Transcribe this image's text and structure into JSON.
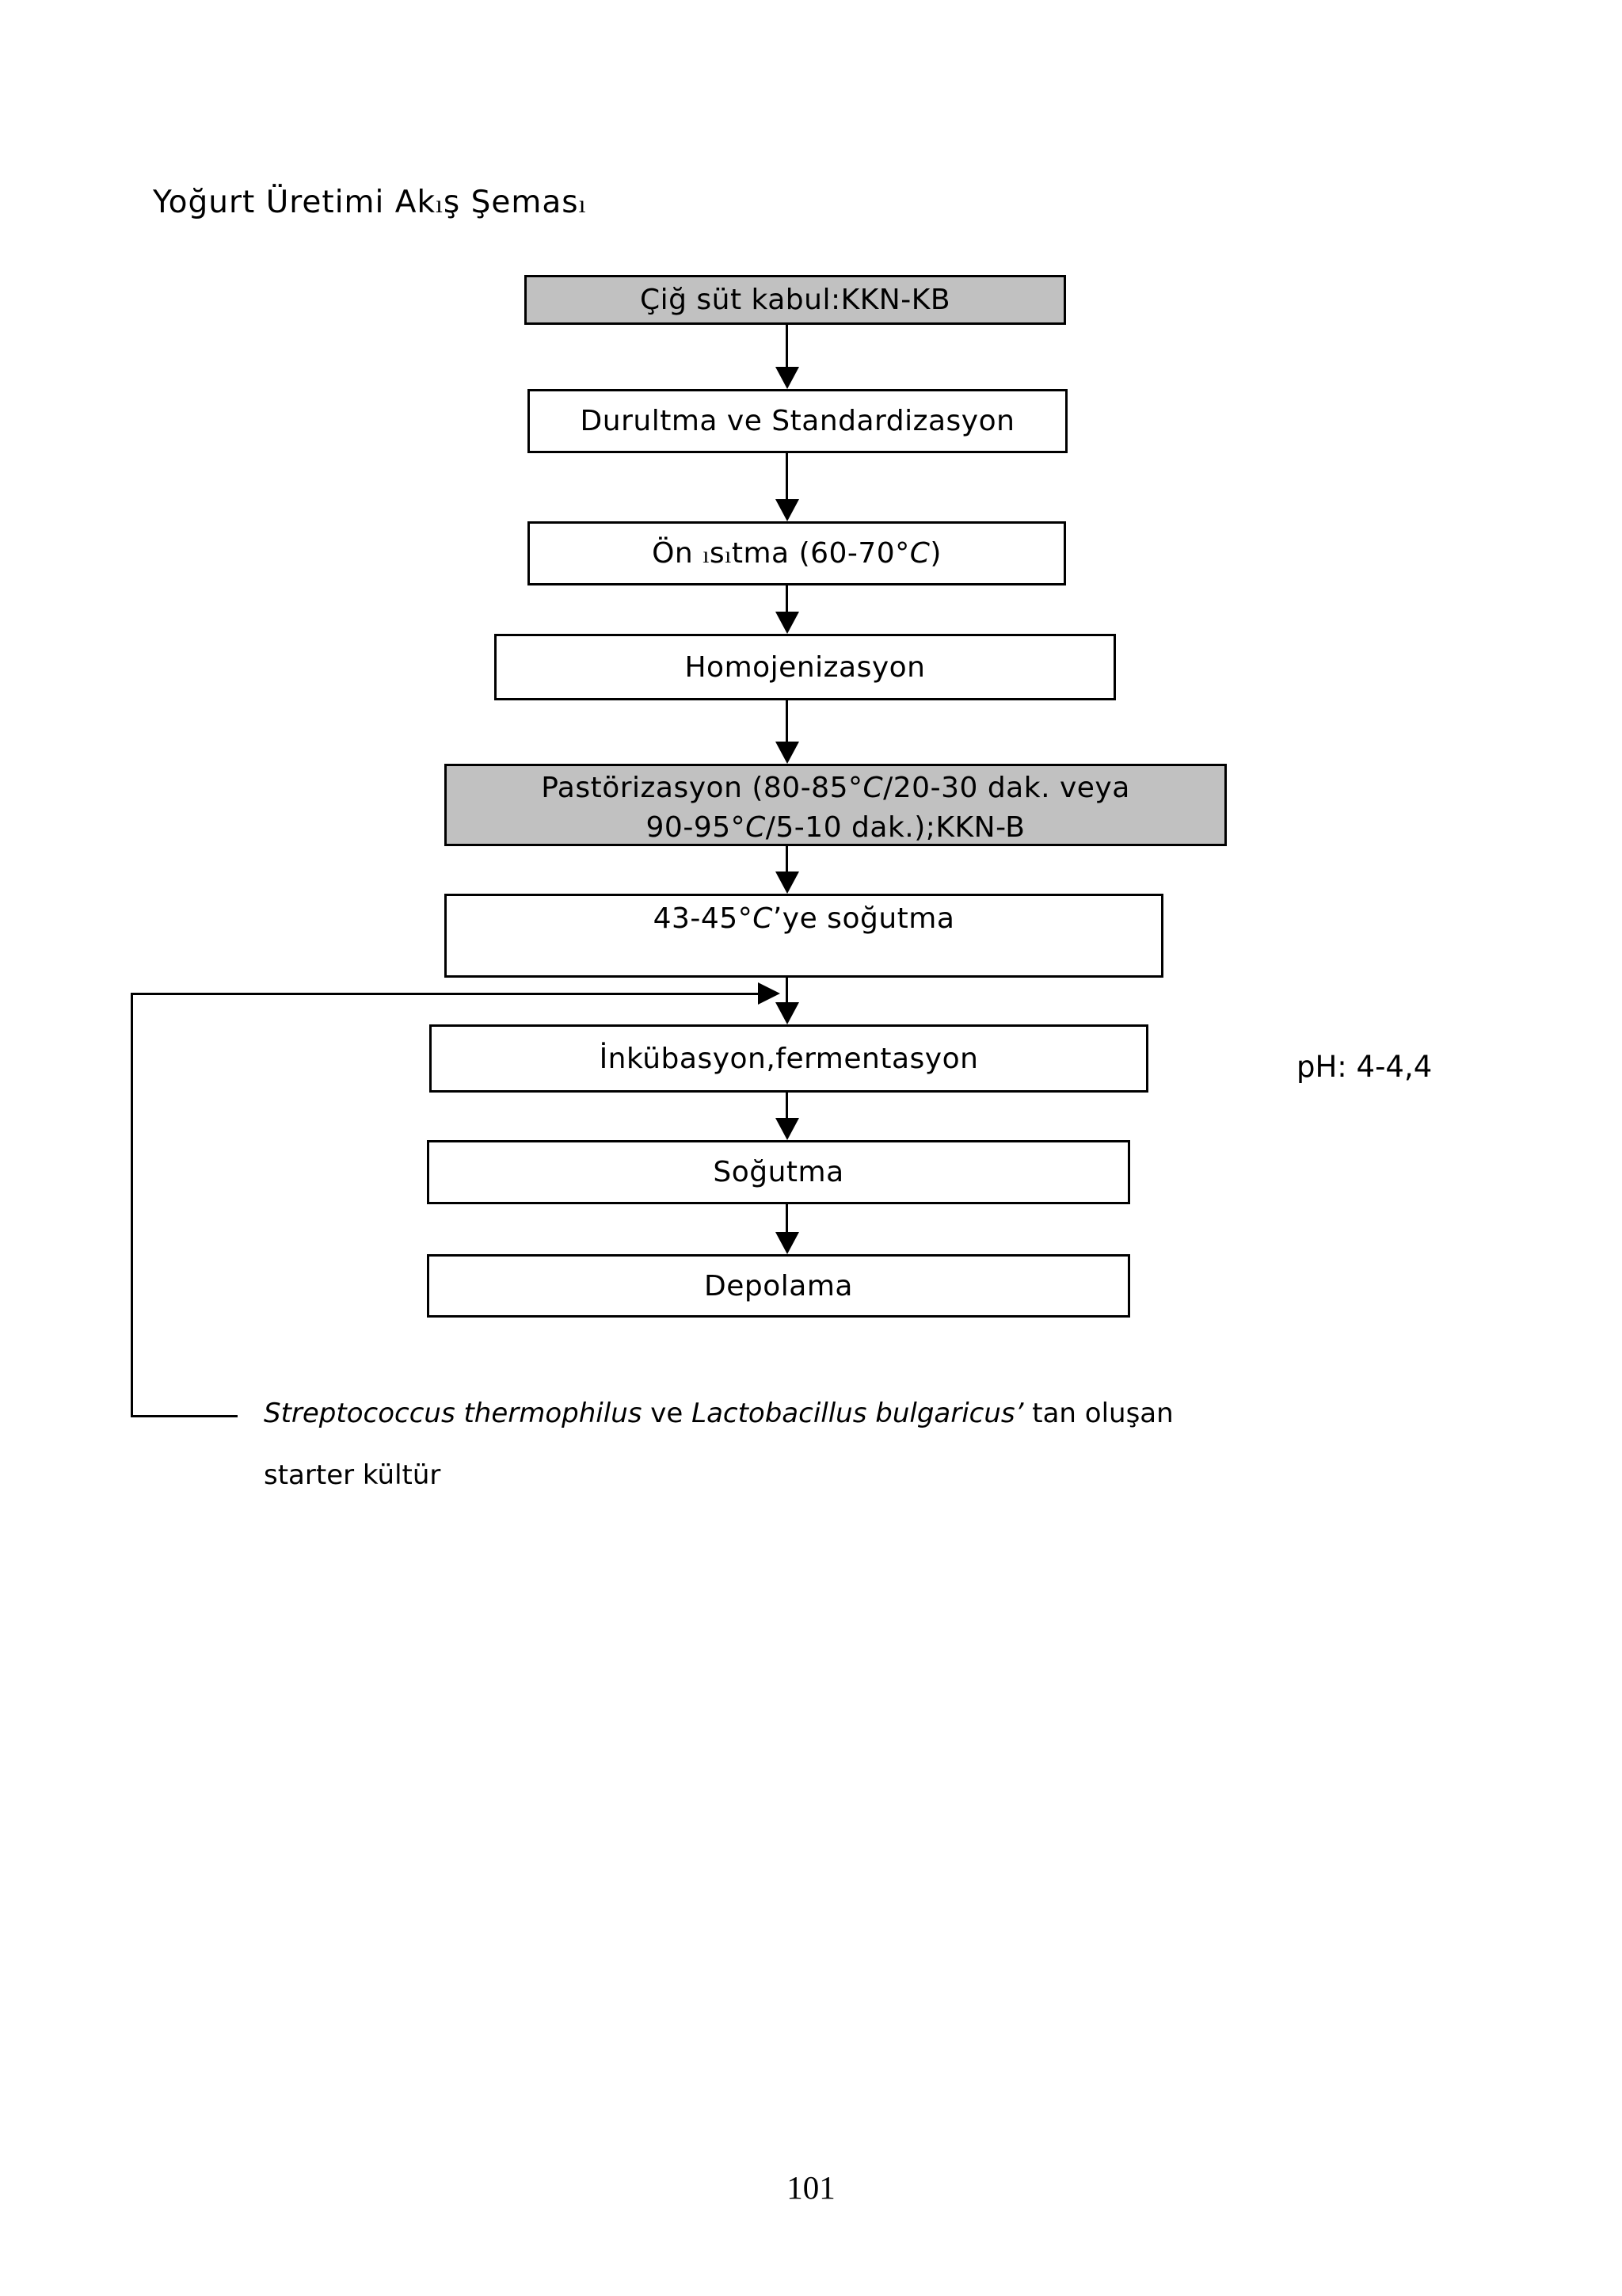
{
  "page": {
    "title_full": "Yoğurt Üretimi Akış Şeması",
    "title_segments": {
      "a": "Yoğurt Üretimi Ak",
      "i1": "ı",
      "b": "ş Şemas",
      "i2": "ı"
    },
    "page_number": "101"
  },
  "flowchart": {
    "colors": {
      "box_fill_gray": "#c1c1c1",
      "box_fill_white": "#ffffff",
      "line_black": "#000000"
    },
    "boxes": [
      {
        "id": "cig-sut-kabul",
        "fill": "gray",
        "label": "Çiğ süt kabul:KKN-KB"
      },
      {
        "id": "durultma-standardizasyon",
        "fill": "white",
        "label": "Durultma ve Standardizasyon"
      },
      {
        "id": "on-isitma",
        "fill": "white",
        "seg": {
          "a": "Ön ",
          "i1": "ı",
          "b": "s",
          "i2": "ı",
          "c": "tma (60-70",
          "t": "°C",
          "d": ")"
        }
      },
      {
        "id": "homojenizasyon",
        "fill": "white",
        "label": "Homojenizasyon"
      },
      {
        "id": "pastorizasyon",
        "fill": "gray",
        "line1": {
          "a": "Pastörizasyon (80-85",
          "t": "°C",
          "b": "/20-30 dak. veya"
        },
        "line2": {
          "a": "90-95",
          "t": "°C",
          "b": "/5-10 dak.);KKN-B"
        }
      },
      {
        "id": "sogutma-43-45",
        "fill": "white",
        "seg": {
          "a": "43-45",
          "t": "°C",
          "b": "’ye soğutma"
        }
      },
      {
        "id": "inkubasyon-fermentasyon",
        "fill": "white",
        "label": "İnkübasyon,fermentasyon"
      },
      {
        "id": "sogutma",
        "fill": "white",
        "label": "Soğutma"
      },
      {
        "id": "depolama",
        "fill": "white",
        "label": "Depolama"
      }
    ],
    "ph_annotation": "pH: 4-4,4",
    "starter_note": {
      "line1_italic1": "Streptococcus thermophilus",
      "line1_plain1": " ve ",
      "line1_italic2": " Lactobacillus bulgaricus’",
      "line1_plain2": " tan oluşan",
      "line2": "starter kültür"
    },
    "edges": [
      {
        "from": "cig-sut-kabul",
        "to": "durultma-standardizasyon"
      },
      {
        "from": "durultma-standardizasyon",
        "to": "on-isitma"
      },
      {
        "from": "on-isitma",
        "to": "homojenizasyon"
      },
      {
        "from": "homojenizasyon",
        "to": "pastorizasyon"
      },
      {
        "from": "pastorizasyon",
        "to": "sogutma-43-45"
      },
      {
        "from": "sogutma-43-45",
        "to": "inkubasyon-fermentasyon"
      },
      {
        "from": "starter-kultur-note",
        "to": "inkubasyon-fermentasyon"
      },
      {
        "from": "inkubasyon-fermentasyon",
        "to": "sogutma"
      },
      {
        "from": "sogutma",
        "to": "depolama"
      }
    ]
  }
}
